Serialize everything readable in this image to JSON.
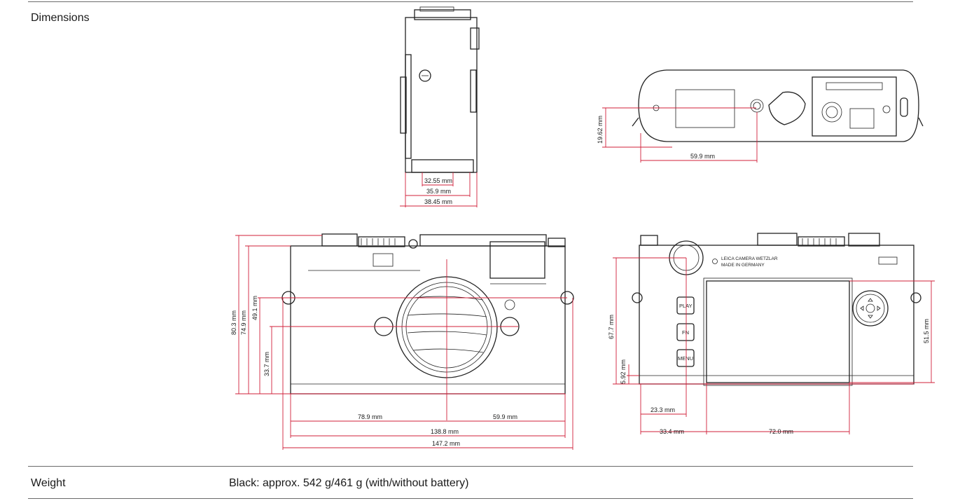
{
  "dimensions": {
    "label": "Dimensions",
    "side_view": {
      "dims": [
        "32.55 mm",
        "35.9 mm",
        "38.45 mm"
      ]
    },
    "bottom_view": {
      "dims": [
        "19.62 mm",
        "59.9 mm"
      ]
    },
    "front_view": {
      "dims": [
        "80.3 mm",
        "74.9 mm",
        "49.1 mm",
        "33.7 mm",
        "78.9 mm",
        "59.9 mm",
        "138.8 mm",
        "147.2 mm"
      ]
    },
    "back_view": {
      "dims": [
        "67.7 mm",
        "5.92 mm",
        "51.5 mm",
        "23.3 mm",
        "33.4 mm",
        "72.0 mm"
      ],
      "buttons": [
        "PLAY",
        "FN",
        "MENU"
      ],
      "logo_line1": "LEICA CAMERA WETZLAR",
      "logo_line2": "MADE IN GERMANY"
    }
  },
  "weight": {
    "label": "Weight",
    "value": "Black: approx. 542 g/461 g (with/without battery)"
  }
}
